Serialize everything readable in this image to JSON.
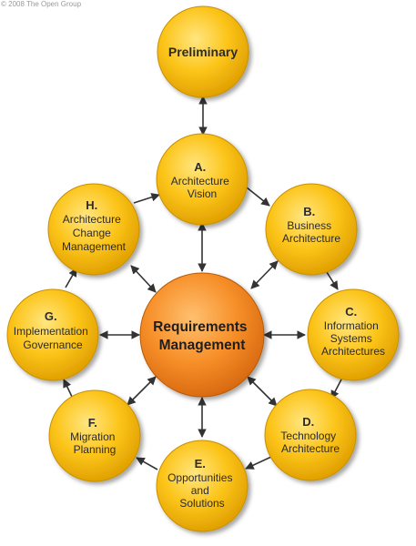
{
  "copyright": "© 2008 The Open Group",
  "preliminary": {
    "label": "Preliminary"
  },
  "center": {
    "lines": [
      "Requirements",
      "Management"
    ]
  },
  "phases": [
    {
      "id": "A",
      "letter": "A.",
      "lines": [
        "Architecture",
        "Vision"
      ]
    },
    {
      "id": "B",
      "letter": "B.",
      "lines": [
        "Business",
        "Architecture"
      ]
    },
    {
      "id": "C",
      "letter": "C.",
      "lines": [
        "Information",
        "Systems",
        "Architectures"
      ]
    },
    {
      "id": "D",
      "letter": "D.",
      "lines": [
        "Technology",
        "Architecture"
      ]
    },
    {
      "id": "E",
      "letter": "E.",
      "lines": [
        "Opportunities",
        "and",
        "Solutions"
      ]
    },
    {
      "id": "F",
      "letter": "F.",
      "lines": [
        "Migration",
        "Planning"
      ]
    },
    {
      "id": "G",
      "letter": "G.",
      "lines": [
        "Implementation",
        "Governance"
      ]
    },
    {
      "id": "H",
      "letter": "H.",
      "lines": [
        "Architecture",
        "Change",
        "Management"
      ]
    }
  ],
  "colors": {
    "phase_light": "#ffe680",
    "phase_mid": "#fcc419",
    "phase_dark": "#e0a000",
    "center_light": "#ffc070",
    "center_mid": "#f7902a",
    "center_dark": "#d96a10",
    "arrow": "#333333"
  }
}
